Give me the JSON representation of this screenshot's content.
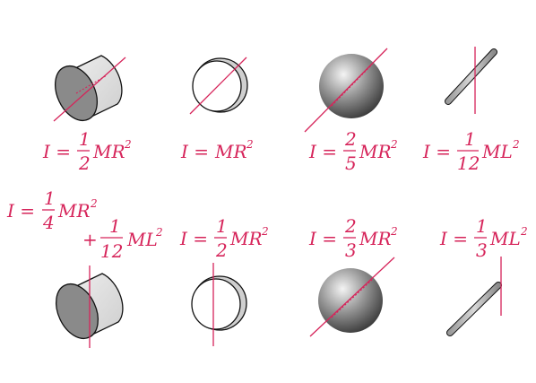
{
  "colors": {
    "axis": "#d6245a",
    "text": "#d6245a",
    "outline": "#111111"
  },
  "panels": [
    {
      "id": "solid-cylinder-central-axis",
      "formula": {
        "lhs": "I =",
        "num": "1",
        "den": "2",
        "rhs": "MR",
        "exp": "2"
      }
    },
    {
      "id": "hoop-central-axis",
      "formula": {
        "lhs": "I =",
        "rhs": "MR",
        "exp": "2"
      }
    },
    {
      "id": "solid-sphere-diameter",
      "formula": {
        "lhs": "I =",
        "num": "2",
        "den": "5",
        "rhs": "MR",
        "exp": "2"
      }
    },
    {
      "id": "rod-center",
      "formula": {
        "lhs": "I =",
        "num": "1",
        "den": "12",
        "rhs": "ML",
        "exp": "2"
      }
    },
    {
      "id": "solid-cylinder-diameter",
      "formula": {
        "lhs": "I =",
        "num": "1",
        "den": "4",
        "rhs": "MR",
        "exp": "2",
        "plus": "+",
        "num2": "1",
        "den2": "12",
        "rhs2": "ML",
        "exp2": "2"
      }
    },
    {
      "id": "hoop-diameter",
      "formula": {
        "lhs": "I =",
        "num": "1",
        "den": "2",
        "rhs": "MR",
        "exp": "2"
      }
    },
    {
      "id": "thin-spherical-shell-diameter",
      "formula": {
        "lhs": "I =",
        "num": "2",
        "den": "3",
        "rhs": "MR",
        "exp": "2"
      }
    },
    {
      "id": "rod-end",
      "formula": {
        "lhs": "I =",
        "num": "1",
        "den": "3",
        "rhs": "ML",
        "exp": "2"
      }
    }
  ]
}
